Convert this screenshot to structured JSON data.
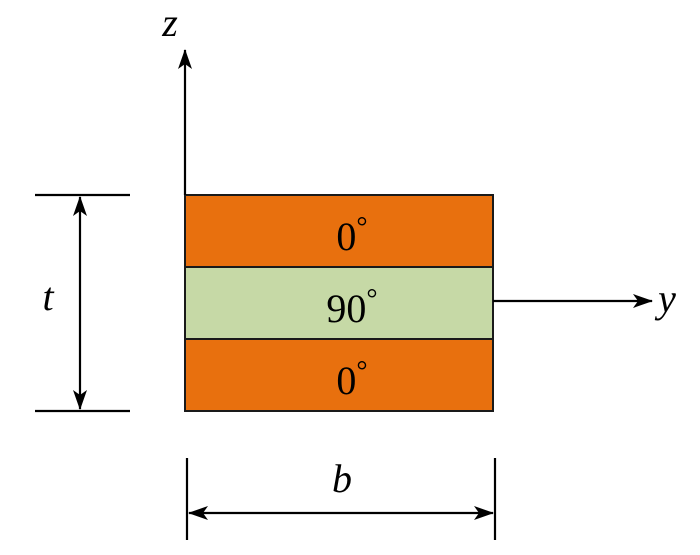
{
  "axes": {
    "vertical_label": "z",
    "horizontal_label": "y"
  },
  "dimensions": {
    "thickness_label": "t",
    "width_label": "b"
  },
  "plies": [
    {
      "angle_value": "0",
      "degree_symbol": "°",
      "color": "#E8700E"
    },
    {
      "angle_value": "90",
      "degree_symbol": "°",
      "color": "#C6D9A6"
    },
    {
      "angle_value": "0",
      "degree_symbol": "°",
      "color": "#E8700E"
    }
  ],
  "colors": {
    "outline": "#1a1a1a",
    "lines": "#000000"
  }
}
